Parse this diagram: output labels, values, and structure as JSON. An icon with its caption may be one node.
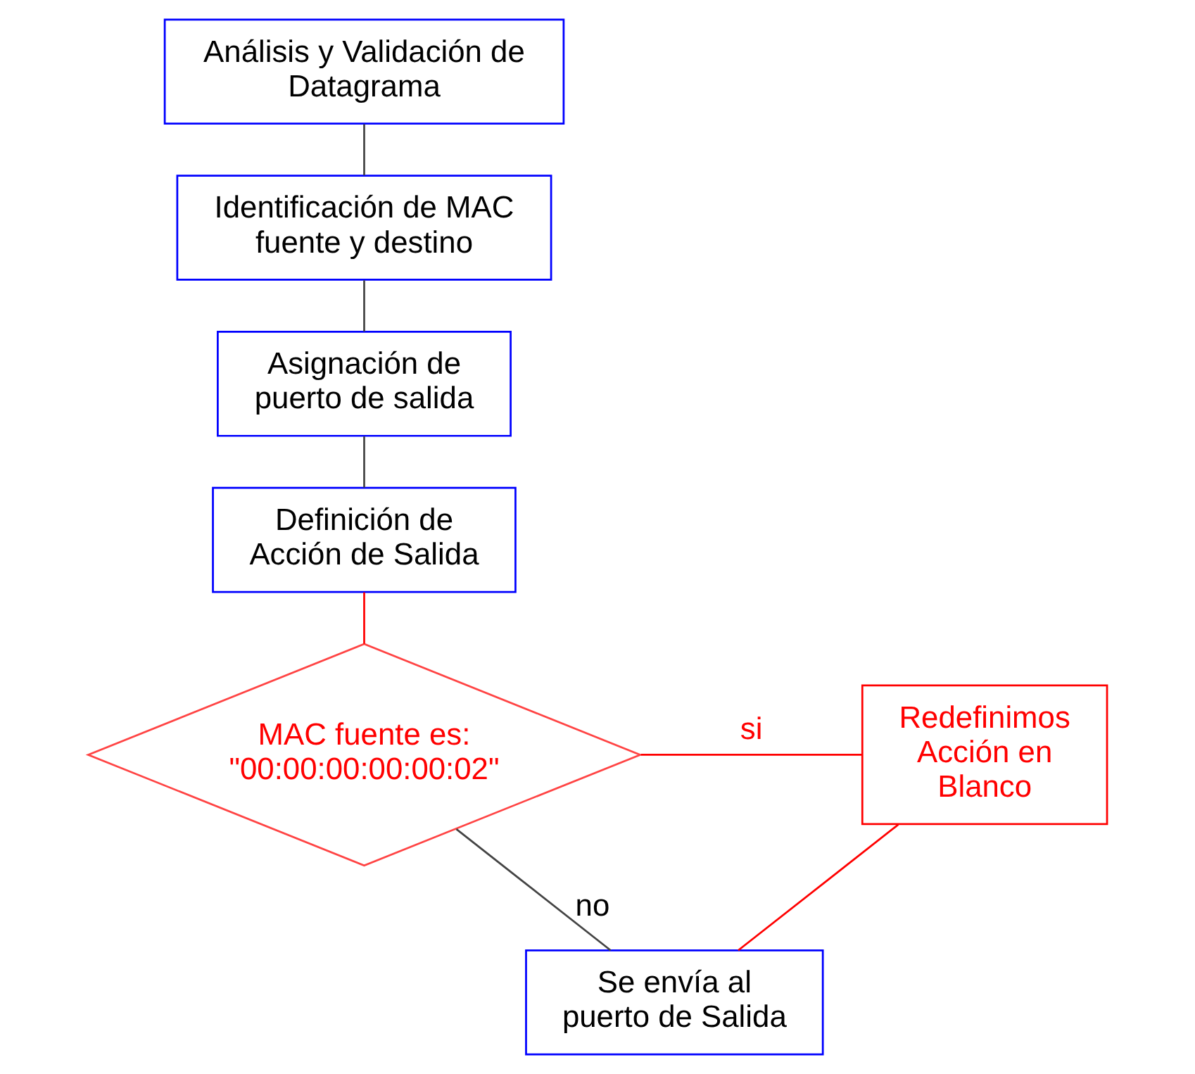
{
  "diagram": {
    "nodes": [
      {
        "text": [
          "Análisis y Validación de Datagrama"
        ]
      },
      {
        "text": [
          "Identificación de MAC fuente y destino"
        ]
      },
      {
        "text": [
          "Asignación de puerto de salida"
        ]
      },
      {
        "text": [
          "Definición de Acción de Salida"
        ]
      },
      {
        "text": [
          "MAC fuente es: \"00:00:00:00:00:02\""
        ]
      },
      {
        "text": [
          "Redefinimos Acción en Blanco"
        ]
      },
      {
        "text": [
          "Se envía al puerto de Salida"
        ]
      }
    ],
    "edges": [
      {
        "from": 0,
        "to": 1,
        "arrow": "none"
      },
      {
        "from": 1,
        "to": 2,
        "arrow": "none"
      },
      {
        "from": 2,
        "to": 3,
        "arrow": "none"
      },
      {
        "from": 3,
        "to": 4,
        "arrow": "none",
        "color": "#ff0000"
      },
      {
        "from": 4,
        "to": 5,
        "arrow": "none",
        "label": "si",
        "color": "#ff0000"
      },
      {
        "from": 5,
        "to": 6,
        "arrow": "none",
        "color": "#ff0000"
      },
      {
        "from": 4,
        "to": 6,
        "arrow": "none",
        "label": "no"
      }
    ]
  }
}
